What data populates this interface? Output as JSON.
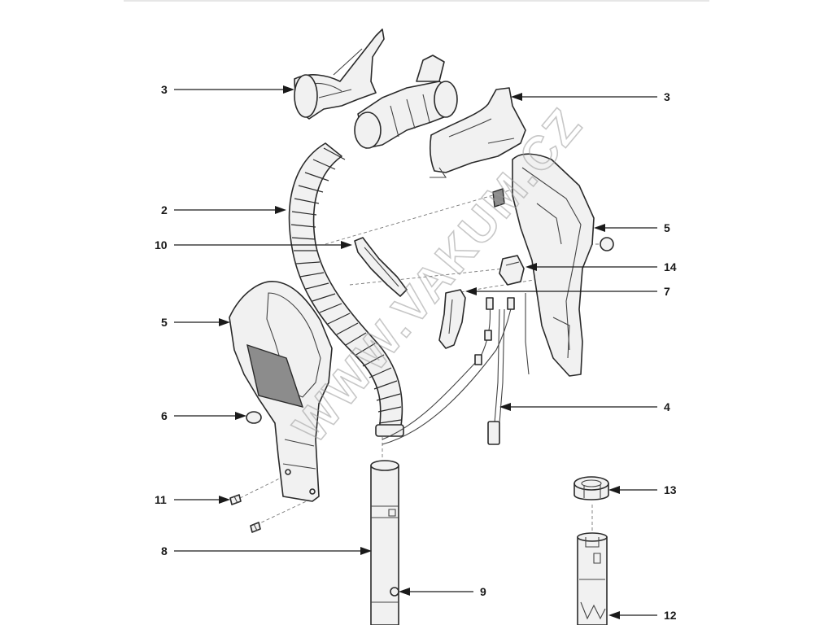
{
  "callouts": {
    "c1": "3",
    "c2": "3",
    "c3": "2",
    "c4": "5",
    "c5": "10",
    "c6": "14",
    "c7": "7",
    "c8": "5",
    "c9": "6",
    "c10": "4",
    "c11": "11",
    "c12": "13",
    "c13": "8",
    "c14": "9",
    "c15": "12"
  },
  "watermark": "WWW.VAKUM.CZ"
}
